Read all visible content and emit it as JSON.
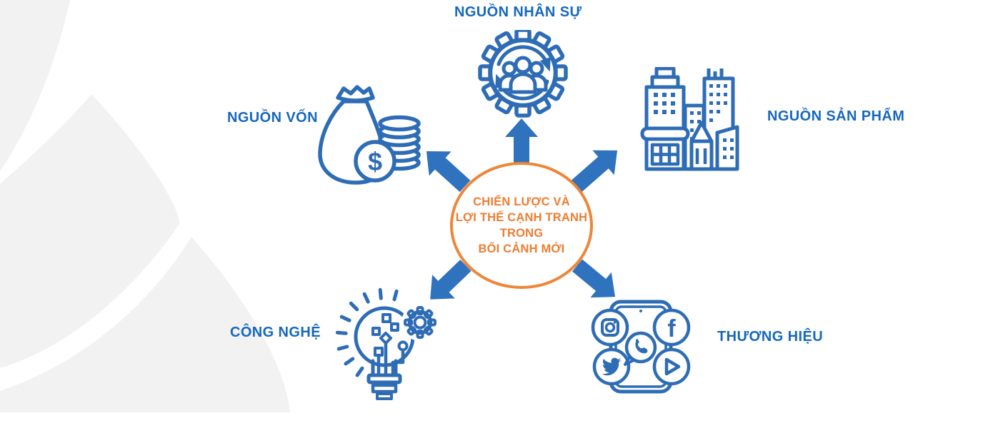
{
  "diagram": {
    "center": {
      "line1": "CHIẾN LƯỢC VÀ",
      "line2": "LỢI THẾ CẠNH TRANH",
      "line3": "TRONG",
      "line4": "BỐI CẢNH MỚI"
    },
    "nodes": {
      "human_resources": {
        "label": "NGUỒN NHÂN SỰ",
        "icon": "gear-people-icon",
        "position": "top"
      },
      "capital": {
        "label": "NGUỒN VỐN",
        "icon": "money-bag-coins-icon",
        "position": "upper-left"
      },
      "products": {
        "label": "NGUỒN SẢN PHẨM",
        "icon": "city-buildings-icon",
        "position": "upper-right"
      },
      "technology": {
        "label": "CÔNG NGHỆ",
        "icon": "lightbulb-gear-circuit-icon",
        "position": "lower-left"
      },
      "brand": {
        "label": "THƯƠNG HIỆU",
        "icon": "smartphone-social-media-icon",
        "position": "lower-right"
      }
    },
    "glyphs": {
      "dollar": "$",
      "facebook": "f"
    },
    "colors": {
      "icon_blue": "#2E6CB5",
      "arrow_blue": "#2F72BD",
      "label_blue": "#1668BE",
      "circle_orange": "#EE8638",
      "center_text_orange": "#ED7D31",
      "background_shape_gray": "#F2F2F2"
    }
  }
}
